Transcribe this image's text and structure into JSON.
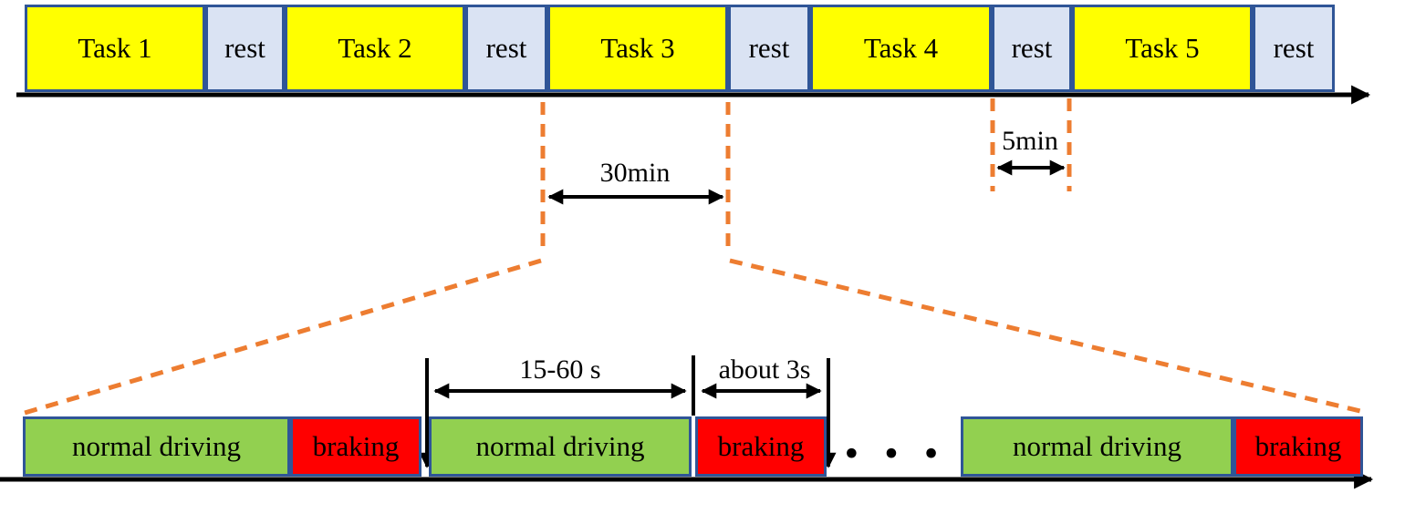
{
  "palette": {
    "task_fill": "#FFFF00",
    "rest_fill": "#DAE3F3",
    "block_border": "#2F5597",
    "normal_driving_fill": "#92D050",
    "braking_fill": "#FF0000",
    "dashed_guide": "#ED7D31",
    "line_color": "#000000"
  },
  "top_timeline": {
    "blocks": [
      {
        "label": "Task 1",
        "type": "task"
      },
      {
        "label": "rest",
        "type": "rest"
      },
      {
        "label": "Task 2",
        "type": "task"
      },
      {
        "label": "rest",
        "type": "rest"
      },
      {
        "label": "Task 3",
        "type": "task"
      },
      {
        "label": "rest",
        "type": "rest"
      },
      {
        "label": "Task 4",
        "type": "task"
      },
      {
        "label": "rest",
        "type": "rest"
      },
      {
        "label": "Task 5",
        "type": "task"
      },
      {
        "label": "rest",
        "type": "rest"
      }
    ]
  },
  "annotations": {
    "task_duration": "30min",
    "rest_duration": "5min",
    "normal_driving_duration": "15-60 s",
    "braking_duration": "about 3s",
    "ellipsis": "• • •"
  },
  "bottom_timeline": {
    "blocks": [
      {
        "label": "normal driving",
        "type": "normal"
      },
      {
        "label": "braking",
        "type": "braking"
      },
      {
        "label": "normal driving",
        "type": "normal"
      },
      {
        "label": "braking",
        "type": "braking"
      },
      {
        "label": "normal driving",
        "type": "normal"
      },
      {
        "label": "braking",
        "type": "braking"
      }
    ]
  }
}
